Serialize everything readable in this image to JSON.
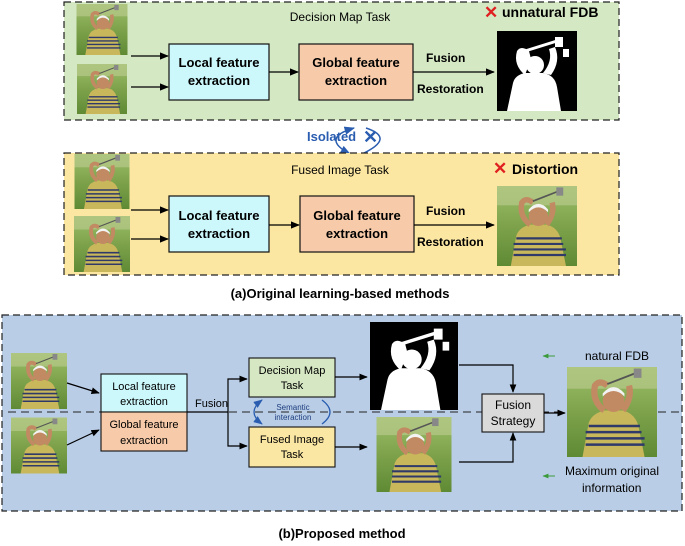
{
  "panel_a": {
    "decision": {
      "task_title": "Decision Map Task",
      "local_box": [
        "Local feature",
        "extraction"
      ],
      "global_box": [
        "Global feature",
        "extraction"
      ],
      "fusion_label": "Fusion",
      "restoration_label": "Restoration",
      "result_label": "unnatural FDB",
      "result_mark": "✕"
    },
    "isolated_label": "Isolated",
    "isolated_mark": "✕",
    "fused": {
      "task_title": "Fused Image Task",
      "local_box": [
        "Local feature",
        "extraction"
      ],
      "global_box": [
        "Global feature",
        "extraction"
      ],
      "fusion_label": "Fusion",
      "restoration_label": "Restoration",
      "result_label": "Distortion",
      "result_mark": "✕"
    },
    "caption": "(a)Original learning-based methods"
  },
  "panel_b": {
    "local_box": [
      "Local feature",
      "extraction"
    ],
    "global_box": [
      "Global feature",
      "extraction"
    ],
    "fusion_label": "Fusion",
    "decision_box": [
      "Decision Map",
      "Task"
    ],
    "fused_box": [
      "Fused Image",
      "Task"
    ],
    "semantic_label": [
      "Semantic",
      "interaction"
    ],
    "strategy_box": [
      "Fusion",
      "Strategy"
    ],
    "natural_label": "natural FDB",
    "info_label": [
      "Maximum original",
      "information"
    ],
    "caption": "(b)Proposed method"
  },
  "colors": {
    "panel_a_decision_bg": "#d5e8c4",
    "panel_a_fused_bg": "#fbe6a2",
    "panel_b_bg": "#b9cde6",
    "local_box": "#ccf7fb",
    "global_box": "#f7cba9",
    "decision_task_box": "#d6e7c3",
    "fused_task_box": "#fbe7a4",
    "strategy_box": "#dadada",
    "cross_red": "#e02020",
    "isolated_blue": "#2a5db0",
    "hint_green": "#3a9a3a"
  },
  "icons": [
    "golfer-photo",
    "golfer-silhouette-map",
    "cross-mark-icon",
    "curved-arrow-icon"
  ]
}
